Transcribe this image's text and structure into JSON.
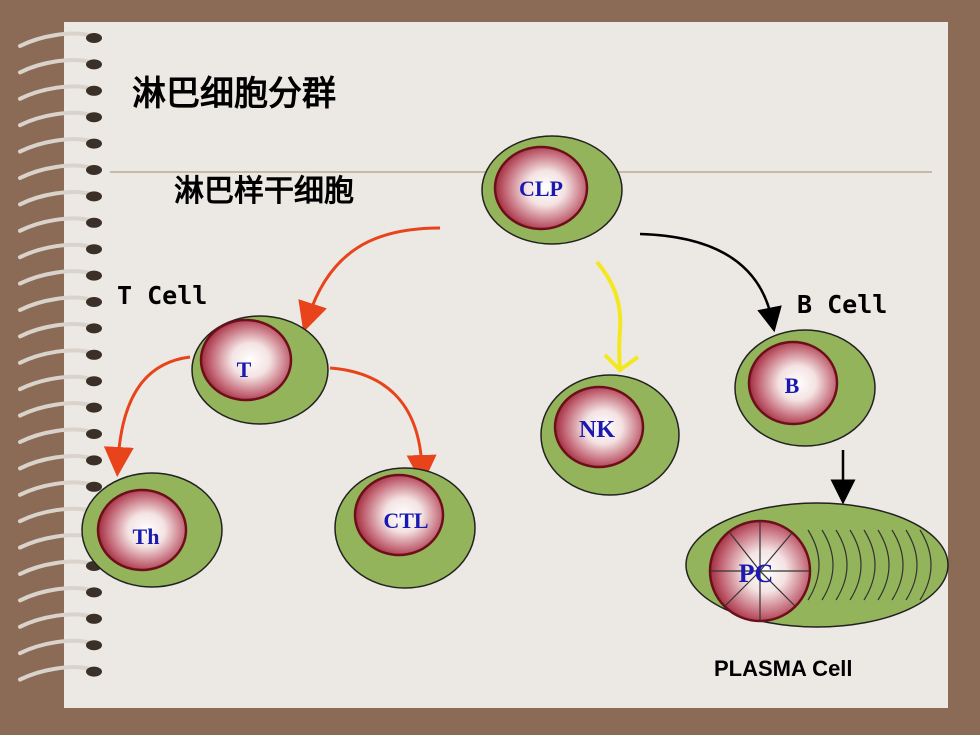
{
  "title": "淋巴细胞分群",
  "subtitle": "淋巴样干细胞",
  "labels": {
    "t_cell": "T Cell",
    "b_cell": "B Cell",
    "plasma_cell": "PLASMA Cell"
  },
  "cells": {
    "clp": "CLP",
    "t": "T",
    "nk": "NK",
    "b": "B",
    "th": "Th",
    "ctl": "CTL",
    "pc": "PC"
  },
  "colors": {
    "background": "#8b6b55",
    "slide": "#ece8e3",
    "cytoplasm": "#93b45a",
    "nucleus": "#a01e2c",
    "label": "#1a1ab0",
    "arrow_red": "#e8431a",
    "arrow_yellow": "#f3e81f",
    "arrow_black": "#000000"
  }
}
